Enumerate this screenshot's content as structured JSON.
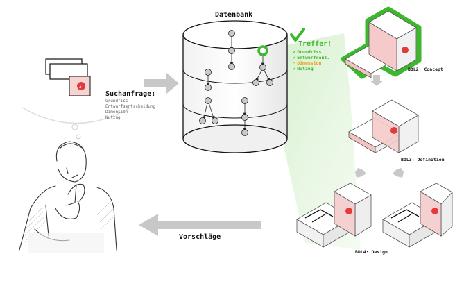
{
  "database": {
    "title": "Datenbank"
  },
  "query": {
    "title": "Suchanfrage:",
    "criteria": [
      "Grundriss",
      "Entwurfsentscheidung",
      "Dimension",
      "Nutzng"
    ]
  },
  "match": {
    "title": "Treffer!",
    "items": [
      {
        "label": "Grundriss",
        "mark": "✔",
        "color": "#3db82e"
      },
      {
        "label": "Entwurfsent.",
        "mark": "✔",
        "color": "#3db82e"
      },
      {
        "label": "Dimension",
        "mark": "~",
        "color": "#e8a21a"
      },
      {
        "label": "Nutzng",
        "mark": "✔",
        "color": "#3db82e"
      }
    ]
  },
  "stages": {
    "concept": "BDL2: Concept",
    "definition": "BDL3: Definition",
    "design": "BDL4: Design"
  },
  "suggestions": {
    "label": "Vorschläge"
  },
  "colors": {
    "match_green": "#3db82e",
    "highlight_red": "#e23b3b",
    "arrow_gray": "#c8c8c8",
    "cone_green": "#c9ecbe"
  },
  "icons": [
    "thought-bubble",
    "thinking-person",
    "database-cylinder",
    "checkmark-icon",
    "building-model",
    "arrow-right",
    "arrow-left",
    "arrow-down"
  ]
}
